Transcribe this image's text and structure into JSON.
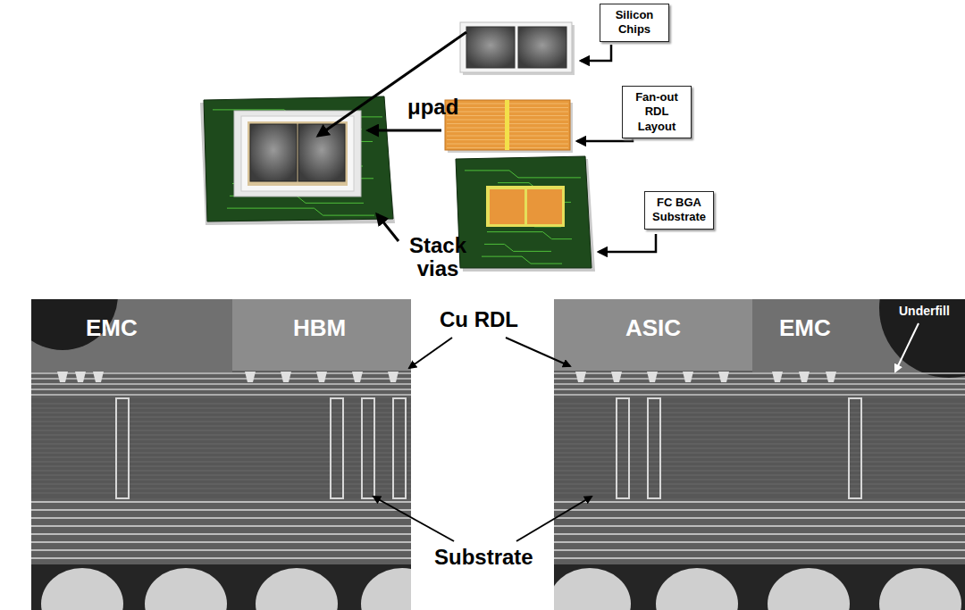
{
  "diagram": {
    "nodes": [
      {
        "text": [
          "Silicon Chips"
        ]
      },
      {
        "text": [
          "Fan-out RDL Layout"
        ]
      },
      {
        "text": [
          "FC BGA Substrate"
        ]
      }
    ],
    "labels": [
      "μpad",
      "Stack vias",
      "EMC",
      "HBM",
      "Cu RDL",
      "ASIC",
      "EMC",
      "Underfill",
      "Substrate"
    ]
  }
}
